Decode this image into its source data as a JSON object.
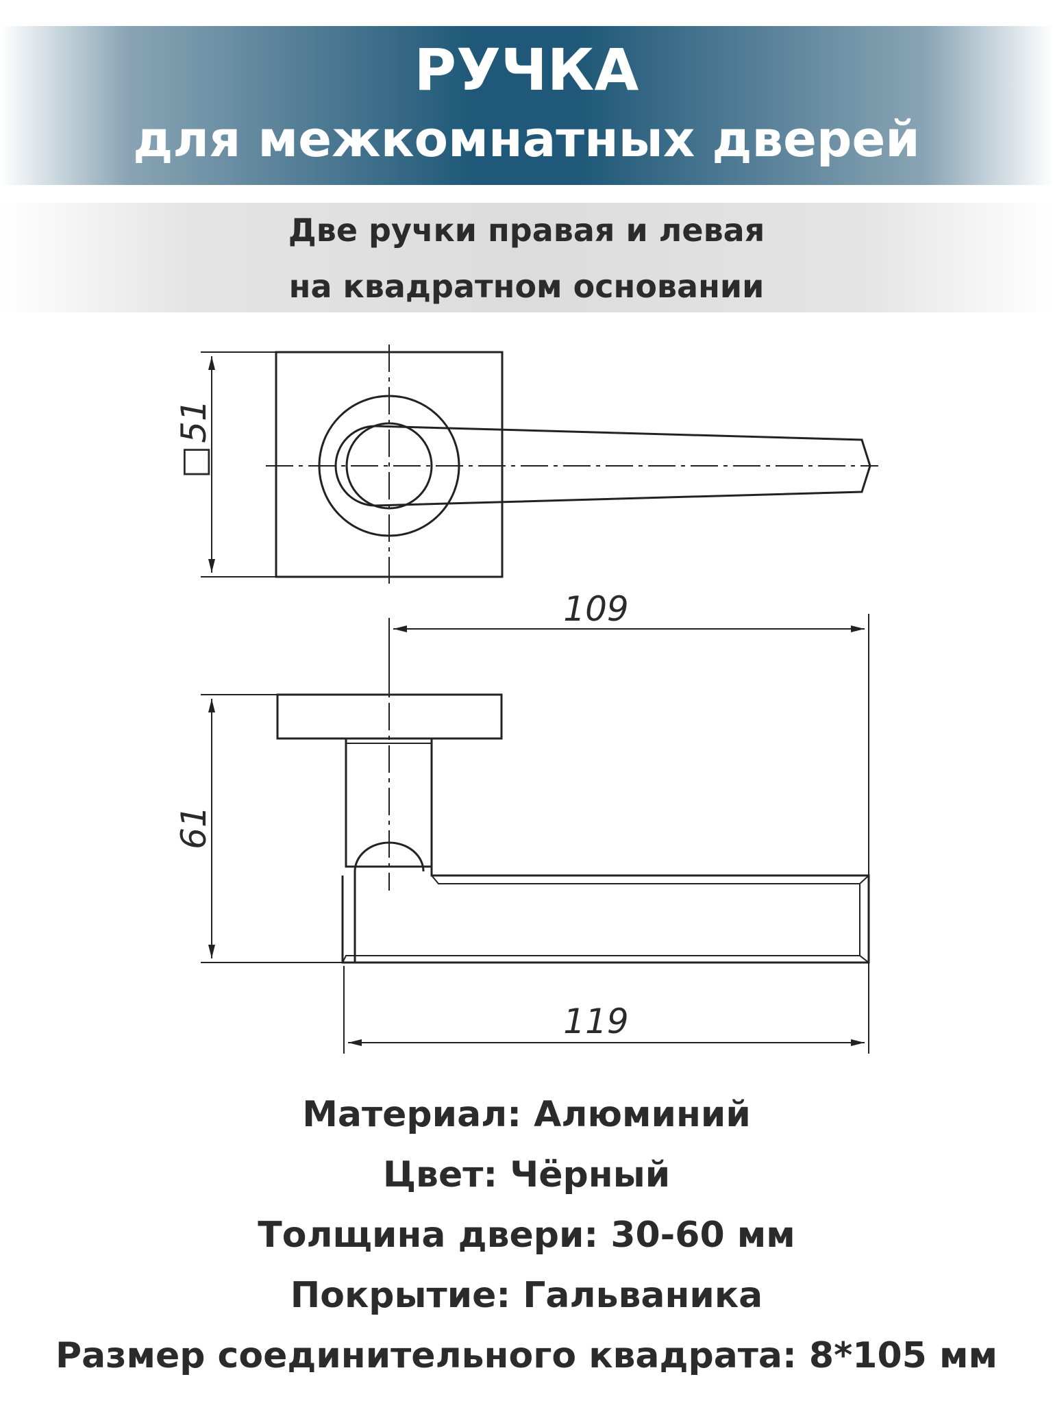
{
  "header": {
    "title_line1": "РУЧКА",
    "title_line2": "для межкомнатных дверей",
    "band_color": "#1f5878",
    "title_color": "#ffffff"
  },
  "subheader": {
    "line1": "Две ручки правая и левая",
    "line2": "на квадратном основании"
  },
  "drawing": {
    "dim_base_symbol": "□",
    "dim_base_value": "51",
    "dim_reach": "109",
    "dim_height": "61",
    "dim_length": "119"
  },
  "specs": [
    "Материал: Алюминий",
    "Цвет: Чёрный",
    "Толщина двери: 30-60 мм",
    "Покрытие: Гальваника",
    "Размер соединительного квадрата: 8*105 мм"
  ]
}
